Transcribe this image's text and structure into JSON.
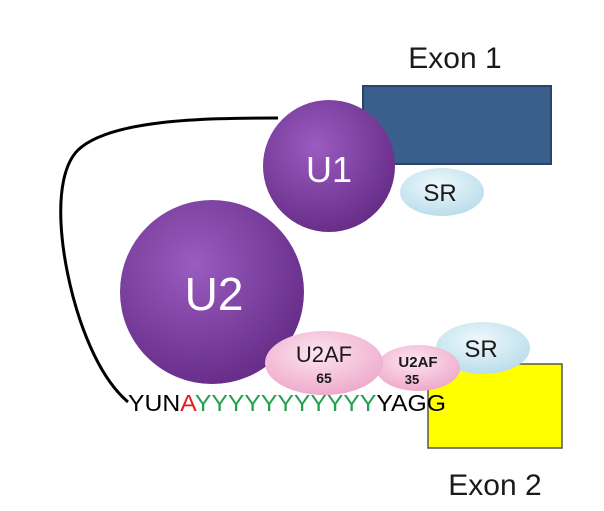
{
  "exon1": {
    "label": "Exon 1",
    "color": "#3a5f8c"
  },
  "exon2": {
    "label": "Exon 2",
    "color": "#ffff00"
  },
  "u1": {
    "label": "U1",
    "color": "#7a3b9b"
  },
  "u2": {
    "label": "U2",
    "color": "#7a3b9b"
  },
  "sr_top": {
    "label": "SR",
    "color": "#cde8f2"
  },
  "sr_bottom": {
    "label": "SR",
    "color": "#cde8f2"
  },
  "u2af65": {
    "label": "U2AF",
    "sublabel": "65",
    "color": "#f5c2dc"
  },
  "u2af35": {
    "label": "U2AF",
    "sublabel": "35",
    "color": "#f5c2dc"
  },
  "sequence": {
    "parts": [
      {
        "text": "YUN",
        "color": "#000000"
      },
      {
        "text": "A",
        "color": "#e02020"
      },
      {
        "text": "YYYYYYYYYYY",
        "color": "#22a050"
      },
      {
        "text": "YAGG",
        "color": "#000000"
      }
    ]
  }
}
